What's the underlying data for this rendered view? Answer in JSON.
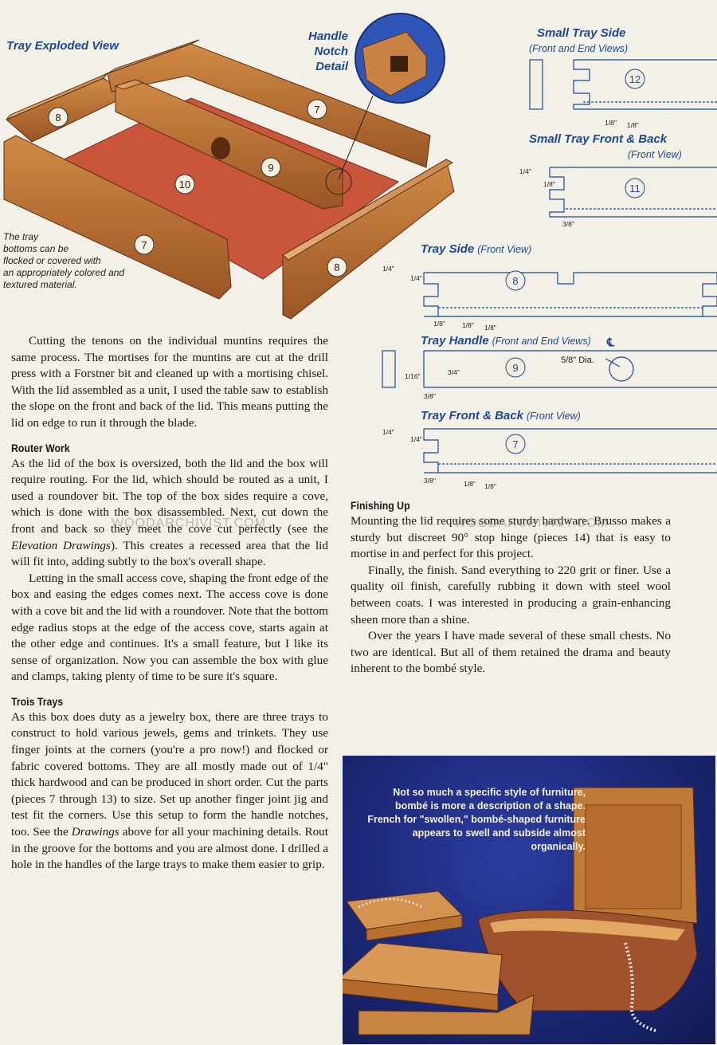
{
  "figure": {
    "title": "Tray Exploded View",
    "handle_detail": [
      "Handle",
      "Notch",
      "Detail"
    ],
    "caption": [
      "The tray",
      "bottoms can be",
      "flocked or covered with",
      "an appropriately colored and",
      "textured material."
    ],
    "part_numbers": [
      "8",
      "7",
      "9",
      "10",
      "7",
      "8"
    ]
  },
  "drawings": {
    "small_tray_side": {
      "title": "Small Tray Side",
      "subtitle": "(Front and End Views)",
      "part": "12",
      "dims": [
        "1/8\"",
        "1/8\""
      ]
    },
    "small_tray_front": {
      "title": "Small Tray Front & Back",
      "subtitle": "(Front View)",
      "part": "11",
      "dims": [
        "1/4\"",
        "1/8\"",
        "3/8\""
      ]
    },
    "tray_side": {
      "title": "Tray Side",
      "subtitle": "(Front View)",
      "part": "8",
      "dims": [
        "1/4\"",
        "1/4\"",
        "1/8\"",
        "1/8\"",
        "1/8\""
      ]
    },
    "tray_handle": {
      "title": "Tray Handle",
      "subtitle": "(Front and End Views)",
      "part": "9",
      "dims": [
        "1/16\"",
        "3/4\"",
        "3/8\""
      ],
      "hole": "5/8\" Dia.",
      "centerline": "℄"
    },
    "tray_front": {
      "title": "Tray Front & Back",
      "subtitle": "(Front View)",
      "part": "7",
      "dims": [
        "1/4\"",
        "1/4\"",
        "3/8\"",
        "1/8\"",
        "1/8\""
      ]
    }
  },
  "article": {
    "p1": "Cutting the tenons on the individual muntins requires the same process. The mortises for the muntins are cut at the drill press with a Forstner bit and cleaned up with a mortising chisel. With the lid assembled as a unit, I used the table saw to establish the slope on the front and back of the lid. This means putting the lid on edge to run it through the blade.",
    "h_router": "Router Work",
    "p2a": "As the lid of the box is oversized, both the lid and the box will require routing. For the lid, which should be routed as a unit, I used a roundover bit. The top of the box sides require a cove, which is done with the box disassembled. Next, cut down the front and back so they meet the cove cut perfectly (see the ",
    "p2_em": "Elevation Drawings",
    "p2b": "). This creates a recessed area that the lid will fit into, adding subtly to the box's overall shape.",
    "p3": "Letting in the small access cove, shaping the front edge of the box and easing the edges comes next. The access cove is done with a cove bit and the lid with a roundover. Note that the bottom edge radius stops at the edge of the access cove, starts again at the other edge and continues. It's a small feature, but I like its sense of organization. Now you can assemble the box with glue and clamps, taking plenty of time to be sure it's square.",
    "h_trays": "Trois Trays",
    "p4a": "As this box does duty as a jewelry box, there are three trays to construct to hold various jewels, gems and trinkets. They use finger joints at the corners (you're a pro now!) and flocked or fabric covered bottoms. They are all mostly made out of 1/4\" thick hardwood and can be produced in short order. Cut the parts (pieces 7 through 13) to size. Set up another finger joint jig and test fit the corners. Use this setup to form the handle notches, too. See the ",
    "p4_em": "Drawings",
    "p4b": " above for all your machining details. Rout in the groove for the bottoms and you are almost done. I drilled a hole in the handles of the large trays to make them easier to grip.",
    "h_finish": "Finishing Up",
    "p5": "Mounting the lid requires some sturdy hardware. Brusso makes a sturdy but discreet 90° stop hinge (pieces 14) that is easy to mortise in and perfect for this project.",
    "p6": "Finally, the finish. Sand everything to 220 grit or finer. Use a quality oil finish, carefully rubbing it down with steel wool between coats. I was interested in producing a grain-enhancing sheen more than a shine.",
    "p7": "Over the years I have made several of these small chests. No two are identical. But all of them retained the drama and beauty inherent to the bombé style."
  },
  "photo": {
    "caption": "Not so much a specific style of furniture, bombé is more a description of a shape. French for \"swollen,\" bombé-shaped furniture appears to swell and subside almost organically."
  },
  "watermark": "WOODARCHIVIST.COM",
  "colors": {
    "accent": "#1d4a8c",
    "wood": "#b8702e",
    "tray_bottom": "#c9553a",
    "photo_bg": "#1c2877"
  }
}
